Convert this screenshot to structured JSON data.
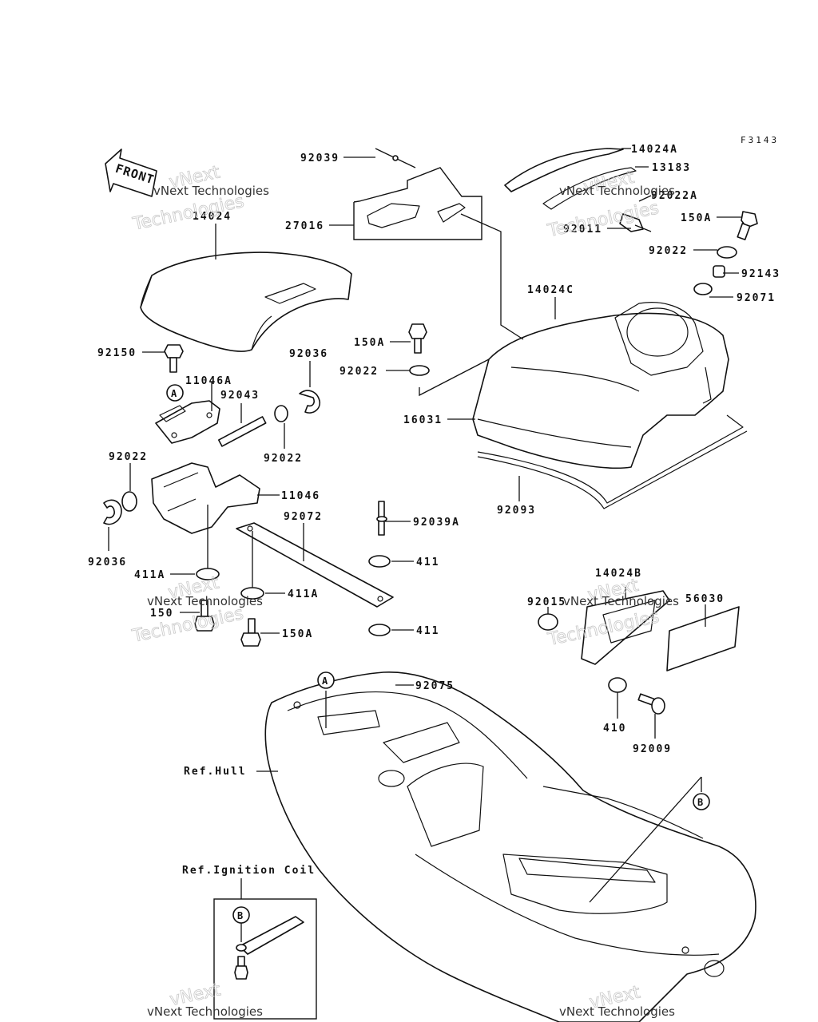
{
  "figure_code": "F3143",
  "front_arrow_label": "FRONT",
  "watermark": [
    "vNext",
    "Technologies"
  ],
  "callouts": {
    "a": "A",
    "b": "B"
  },
  "labels": {
    "p92039": "92039",
    "p27016": "27016",
    "p14024A": "14024A",
    "p13183": "13183",
    "p92022A": "92022A",
    "p150A_top": "150A",
    "p92011": "92011",
    "p92022_tr": "92022",
    "p92143": "92143",
    "p92071": "92071",
    "p14024C": "14024C",
    "p14024": "14024",
    "p150A_mid": "150A",
    "p92022_mid": "92022",
    "p16031": "16031",
    "p92093": "92093",
    "p92150": "92150",
    "p92036_top": "92036",
    "p11046A": "11046A",
    "p92043": "92043",
    "p92022_l2": "92022",
    "p92022_l1": "92022",
    "p11046": "11046",
    "p92072": "92072",
    "p92039A": "92039A",
    "p92036_bot": "92036",
    "p411A_1": "411A",
    "p411_1": "411",
    "p411A_2": "411A",
    "p150": "150",
    "p150A_bot": "150A",
    "p411_2": "411",
    "p14024B": "14024B",
    "p92015": "92015",
    "p56030": "56030",
    "p92075": "92075",
    "p410": "410",
    "p92009": "92009",
    "ref_hull": "Ref.Hull",
    "ref_ignition": "Ref.Ignition Coil"
  }
}
